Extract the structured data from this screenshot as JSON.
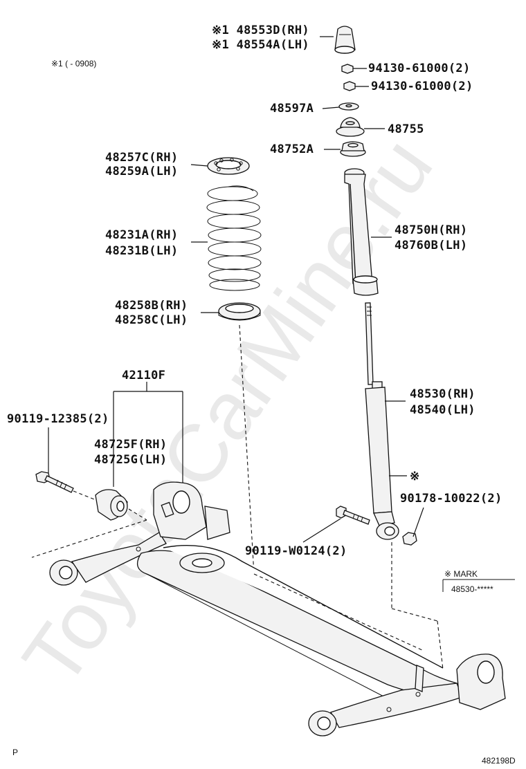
{
  "watermark": "ToyotaCarMine.ru",
  "note_footnote": "※1 (        - 0908)",
  "labels": {
    "p48553d": "※1 48553D(RH)",
    "p48554a": "※1 48554A(LH)",
    "p94130a": "94130-61000(2)",
    "p94130b": "94130-61000(2)",
    "p48597a": "48597A",
    "p48755": "48755",
    "p48752a": "48752A",
    "p48257c": "48257C(RH)",
    "p48259a": "48259A(LH)",
    "p48231a": "48231A(RH)",
    "p48231b": "48231B(LH)",
    "p48750h": "48750H(RH)",
    "p48760b": "48760B(LH)",
    "p48258b": "48258B(RH)",
    "p48258c": "48258C(LH)",
    "p42110f": "42110F",
    "p90119_12385": "90119-12385(2)",
    "p48725f": "48725F(RH)",
    "p48725g": "48725G(LH)",
    "p48530": "48530(RH)",
    "p48540": "48540(LH)",
    "mark_ref": "※",
    "p90178": "90178-10022(2)",
    "p90119_w0124": "90119-W0124(2)",
    "mark_title": "※   MARK",
    "mark_value": "48530-*****",
    "corner_p": "P",
    "diagram_code": "482198D"
  }
}
